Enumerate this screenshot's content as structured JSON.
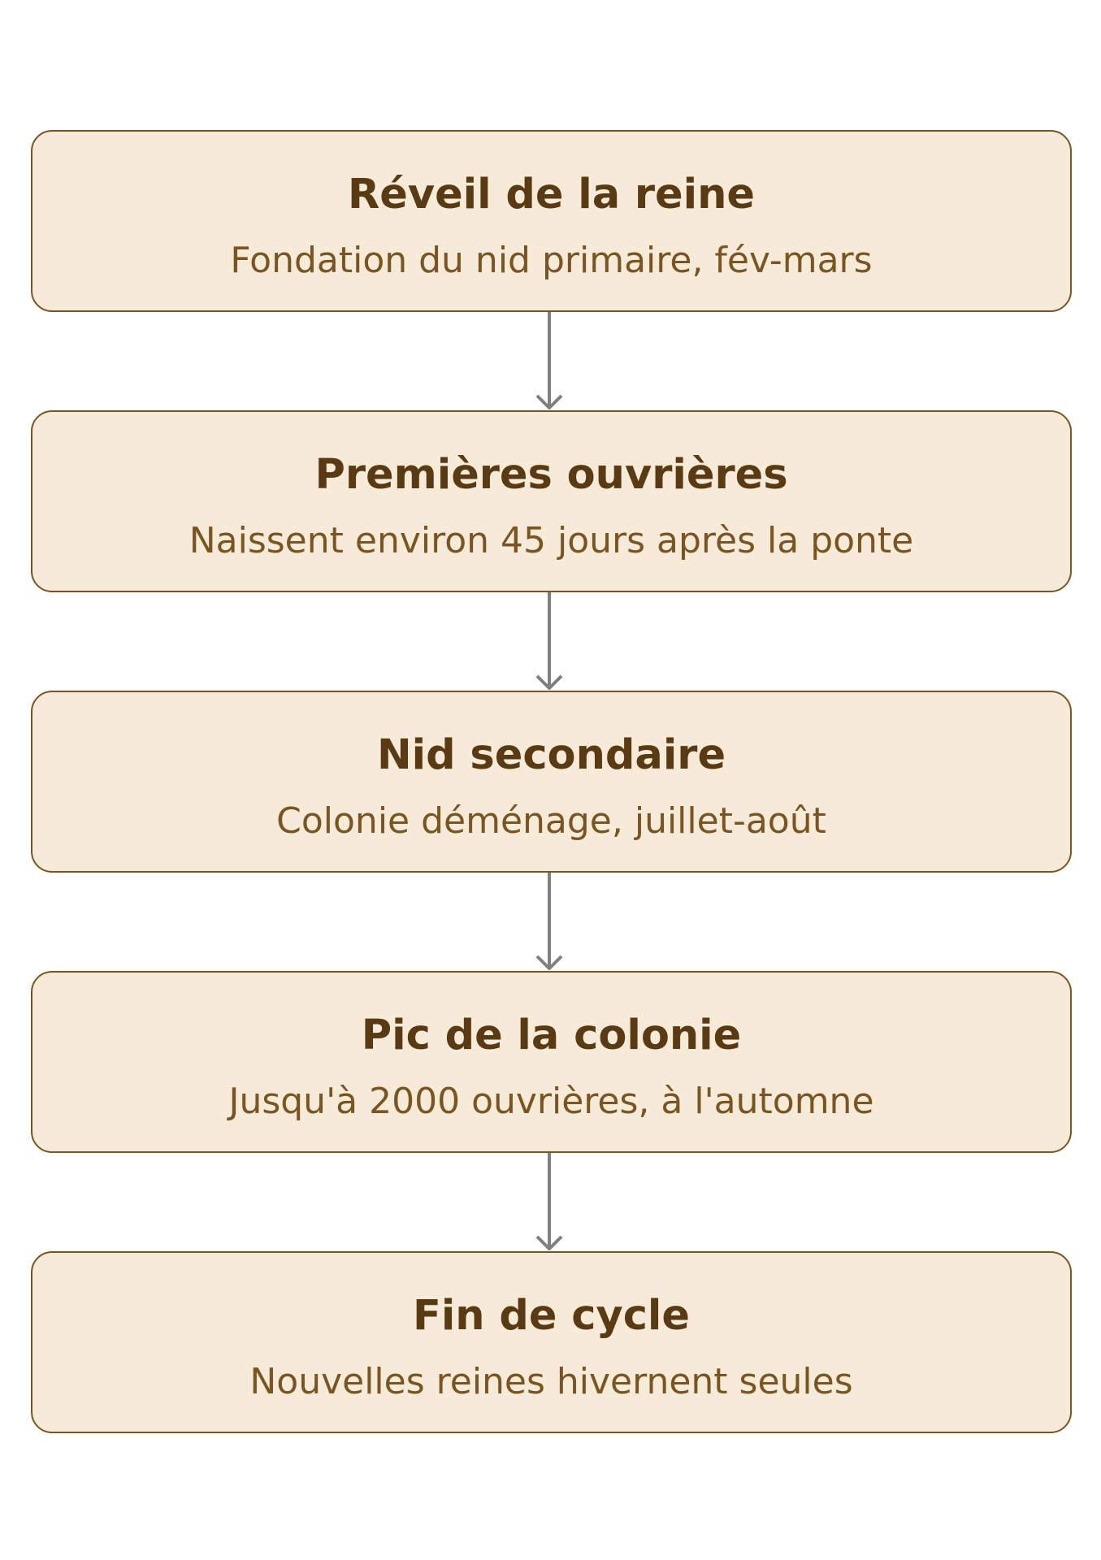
{
  "colors": {
    "box_fill": "#f5ebd8",
    "box_border": "#7a5522",
    "title_text": "#5a3a12",
    "desc_text": "#7a5522",
    "arrow": "#808080"
  },
  "steps": [
    {
      "title": "Réveil de la reine",
      "description": "Fondation du nid primaire, fév-mars"
    },
    {
      "title": "Premières ouvrières",
      "description": "Naissent environ 45 jours après la ponte"
    },
    {
      "title": "Nid secondaire",
      "description": "Colonie déménage, juillet-août"
    },
    {
      "title": "Pic de la colonie",
      "description": "Jusqu'à 2000 ouvrières, à l'automne"
    },
    {
      "title": "Fin de cycle",
      "description": "Nouvelles reines hivernent seules"
    }
  ]
}
